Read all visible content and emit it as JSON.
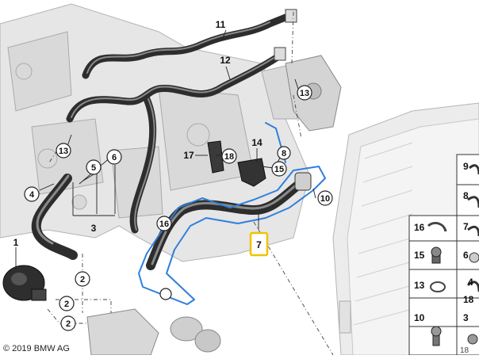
{
  "callouts": {
    "c1": "1",
    "c2a": "2",
    "c2b": "2",
    "c2c": "2",
    "c3": "3",
    "c4": "4",
    "c5": "5",
    "c6": "6",
    "c7": "7",
    "c8": "8",
    "c9": "9",
    "c10": "10",
    "c11": "11",
    "c12": "12",
    "c13a": "13",
    "c13b": "13",
    "c14": "14",
    "c15": "15",
    "c16": "16",
    "c17": "17",
    "c18": "18"
  },
  "parts_panel": {
    "rows": [
      {
        "left": "",
        "right": "9"
      },
      {
        "left": "",
        "right": "8"
      },
      {
        "left": "16",
        "right": "7"
      },
      {
        "left": "15",
        "right": "6"
      },
      {
        "left": "13",
        "right": "4"
      },
      {
        "left": "",
        "right": "18"
      },
      {
        "left": "10",
        "right": "3"
      }
    ]
  },
  "copyright": "© 2019 BMW AG",
  "diagram_id": "18",
  "colors": {
    "highlight_blue": "#2f7fdc",
    "highlight_box": "#f2c200"
  }
}
